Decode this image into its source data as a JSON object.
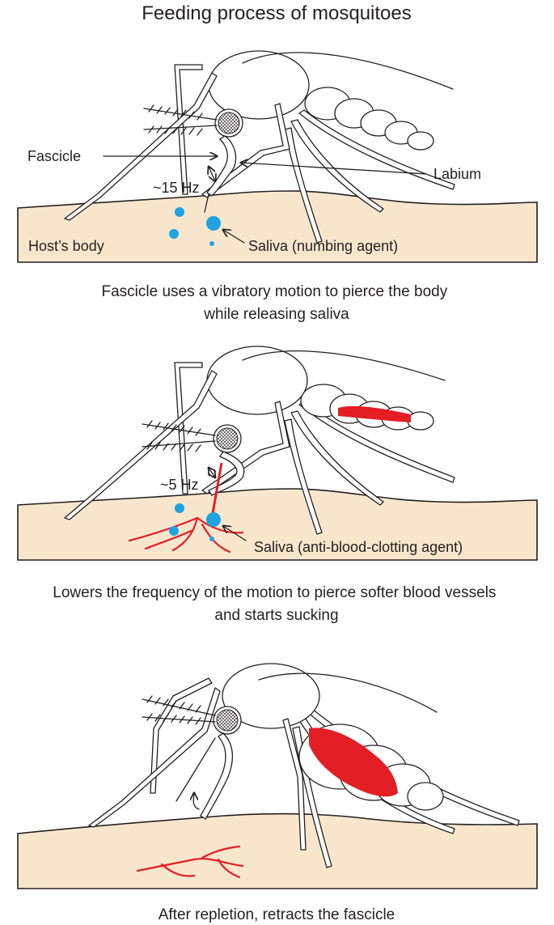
{
  "title": "Feeding process of mosquitoes",
  "panels": [
    {
      "labels": {
        "fascicle": "Fascicle",
        "labium": "Labium",
        "frequency": "~15 Hz",
        "host": "Host’s body",
        "saliva": "Saliva (numbing agent)"
      },
      "caption_lines": [
        "Fascicle uses a vibratory motion to pierce the body",
        "while releasing saliva"
      ]
    },
    {
      "labels": {
        "frequency": "~5 Hz",
        "saliva": "Saliva (anti-blood-clotting agent)"
      },
      "caption_lines": [
        "Lowers the frequency of the motion to pierce softer blood vessels",
        "and starts sucking"
      ]
    },
    {
      "caption_lines": [
        "After repletion, retracts the fascicle"
      ]
    }
  ],
  "colors": {
    "saliva": "#1fa3e0",
    "blood": "#e31e24",
    "skin": "#f8e6cc",
    "outline": "#231f20"
  }
}
